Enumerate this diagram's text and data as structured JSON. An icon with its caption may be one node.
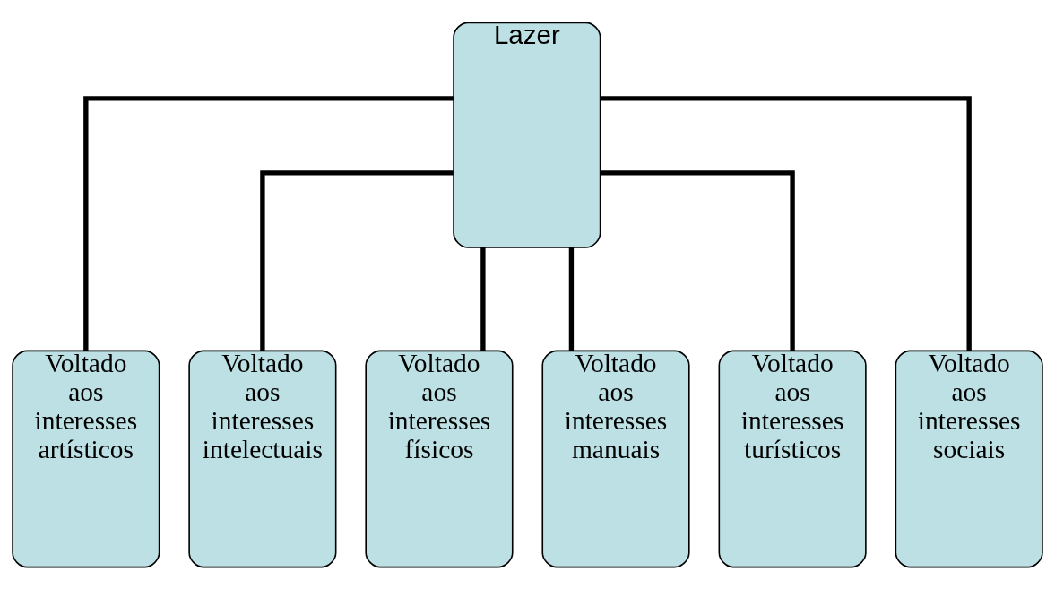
{
  "diagram": {
    "nodes": [
      {
        "text": [
          "Lazer"
        ]
      },
      {
        "text": [
          "Voltado aos interesses artísticos"
        ]
      },
      {
        "text": [
          "Voltado aos interesses intelectuais"
        ]
      },
      {
        "text": [
          "Voltado aos interesses físicos"
        ]
      },
      {
        "text": [
          "Voltado aos interesses manuais"
        ]
      },
      {
        "text": [
          "Voltado aos interesses turísticos"
        ]
      },
      {
        "text": [
          "Voltado aos interesses sociais"
        ]
      }
    ],
    "edges": [
      {
        "from": 0,
        "to": 1,
        "arrow": "none"
      },
      {
        "from": 0,
        "to": 2,
        "arrow": "none"
      },
      {
        "from": 0,
        "to": 3,
        "arrow": "none"
      },
      {
        "from": 0,
        "to": 4,
        "arrow": "none"
      },
      {
        "from": 0,
        "to": 5,
        "arrow": "none"
      },
      {
        "from": 0,
        "to": 6,
        "arrow": "none"
      }
    ]
  }
}
